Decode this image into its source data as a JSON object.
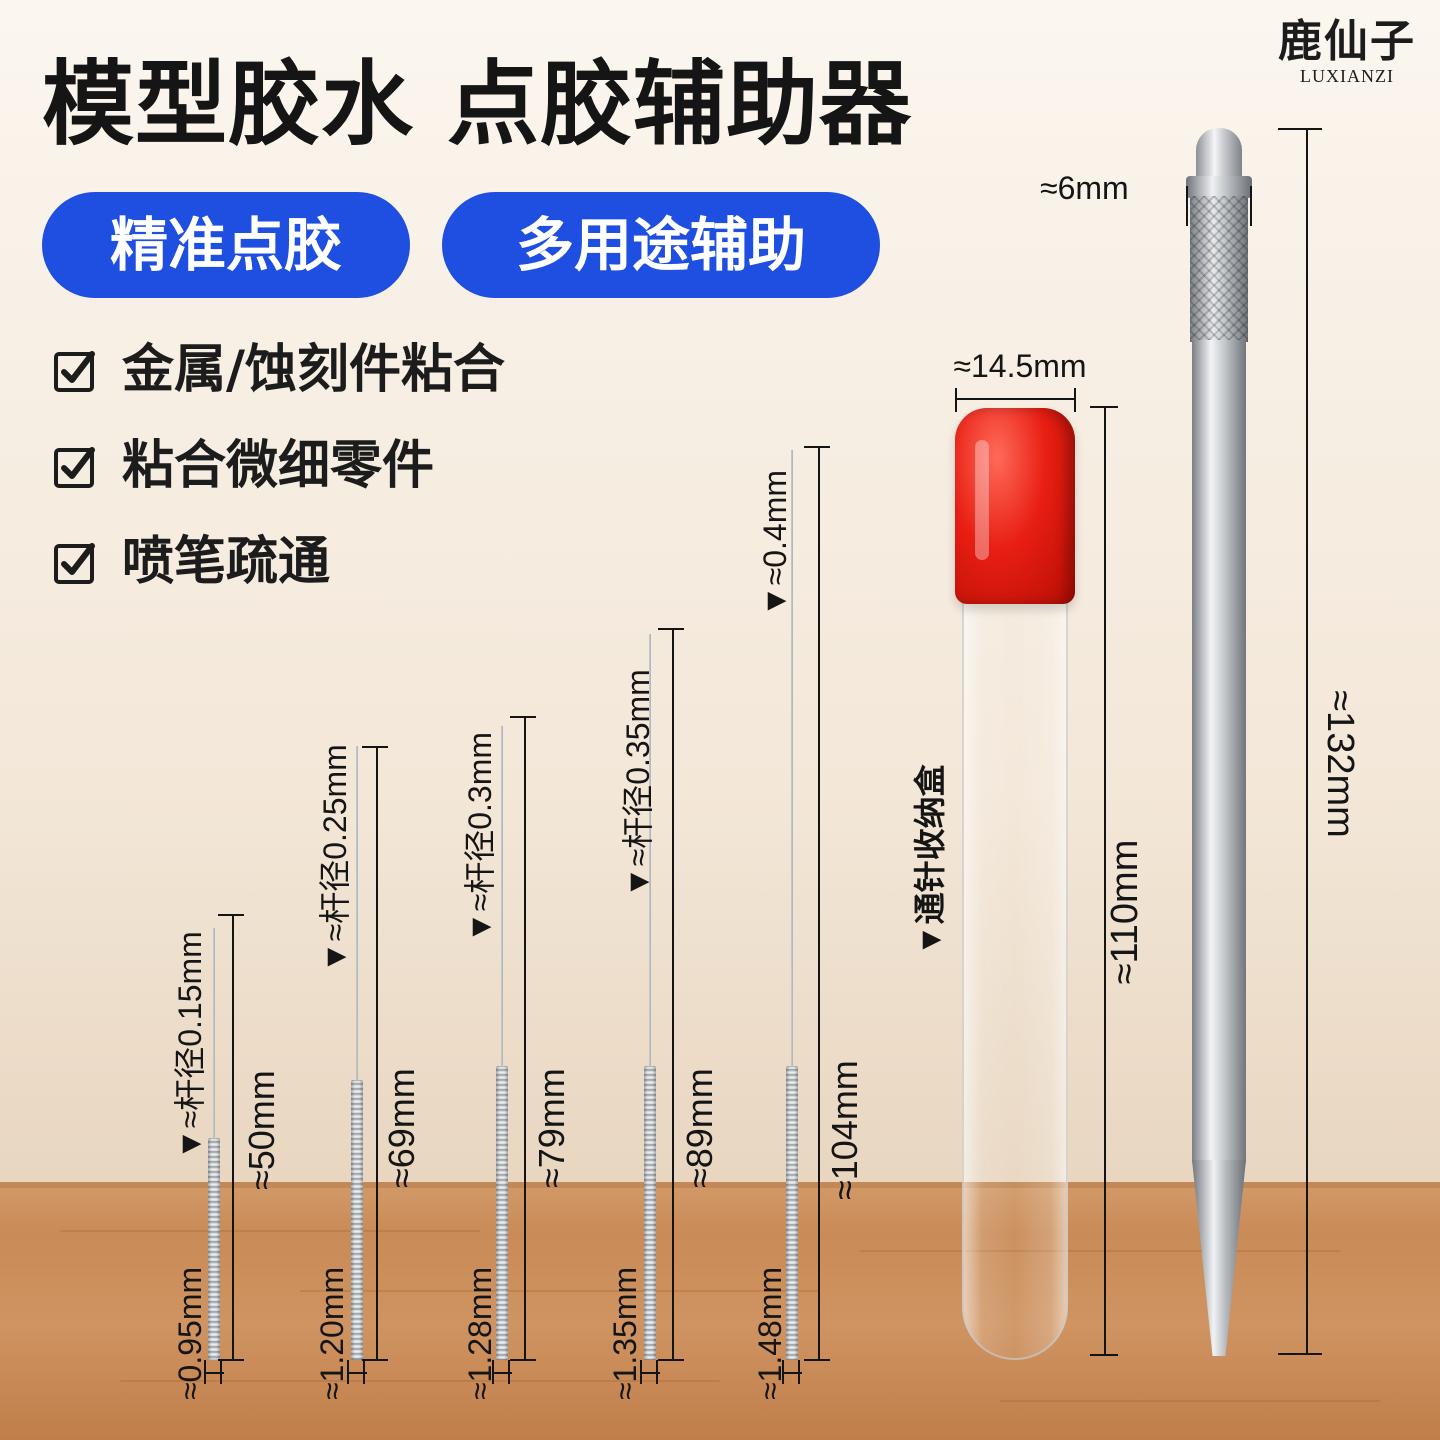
{
  "brand": {
    "name_cn": "鹿仙子",
    "name_en": "LUXIANZI"
  },
  "title": "模型胶水 点胶辅助器",
  "tags": [
    "精准点胶",
    "多用途辅助"
  ],
  "features": [
    "金属/蚀刻件粘合",
    "粘合微细零件",
    "喷笔疏通"
  ],
  "needles": [
    {
      "shaft_label": "▼≈杆径0.15mm",
      "length_label": "≈50mm",
      "width_label": "≈0.95mm"
    },
    {
      "shaft_label": "▼≈杆径0.25mm",
      "length_label": "≈69mm",
      "width_label": "≈1.20mm"
    },
    {
      "shaft_label": "▼≈杆径0.3mm",
      "length_label": "≈79mm",
      "width_label": "≈1.28mm"
    },
    {
      "shaft_label": "▼≈杆径0.35mm",
      "length_label": "≈89mm",
      "width_label": "≈1.35mm"
    },
    {
      "shaft_label": "▼≈0.4mm",
      "length_label": "≈104mm",
      "width_label": "≈1.48mm"
    }
  ],
  "storage_box": {
    "label": "▼通针收纳盒",
    "width_label": "≈14.5mm",
    "length_label": "≈110mm",
    "cap_color": "#e81e12"
  },
  "pen": {
    "tip_label": "≈6mm",
    "length_label": "≈132mm"
  },
  "colors": {
    "accent": "#1f4fe0",
    "text": "#151515"
  }
}
